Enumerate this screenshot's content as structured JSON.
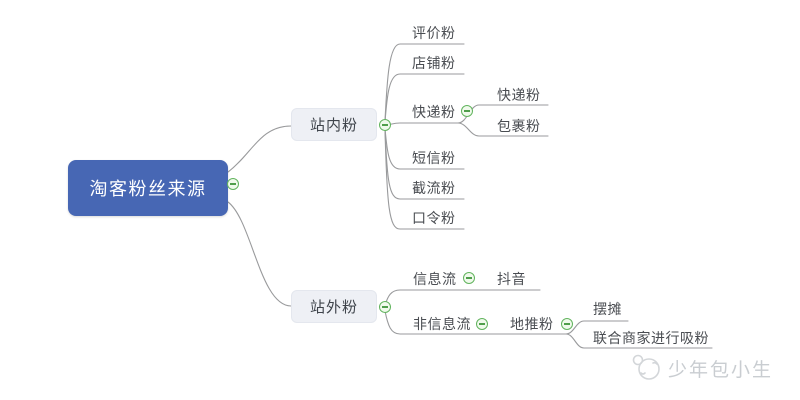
{
  "mindmap": {
    "root": {
      "label": "淘客粉丝来源"
    },
    "inside": {
      "label": "站内粉",
      "children": {
        "review": {
          "label": "评价粉"
        },
        "shop": {
          "label": "店铺粉"
        },
        "express": {
          "label": "快递粉",
          "children": {
            "express2": {
              "label": "快递粉"
            },
            "parcel": {
              "label": "包裹粉"
            }
          }
        },
        "sms": {
          "label": "短信粉"
        },
        "intercept": {
          "label": "截流粉"
        },
        "password": {
          "label": "口令粉"
        }
      }
    },
    "outside": {
      "label": "站外粉",
      "children": {
        "feed": {
          "label": "信息流",
          "children": {
            "douyin": {
              "label": "抖音"
            }
          }
        },
        "nonfeed": {
          "label": "非信息流",
          "children": {
            "ground": {
              "label": "地推粉",
              "children": {
                "stall": {
                  "label": "摆摊"
                },
                "joint": {
                  "label": "联合商家进行吸粉"
                }
              }
            }
          }
        }
      }
    }
  },
  "badges": {
    "state": "collapse",
    "symbol": "-"
  },
  "colors": {
    "root_fill": "#4767b4",
    "root_text": "#ffffff",
    "branch_fill": "#eef0f5",
    "branch_text": "#3f444b",
    "leaf_text": "#4a4d52",
    "line": "#999a9c",
    "badge_border": "#62b45e",
    "badge_fill": "#f0faec",
    "watermark_text": "#c9cdd1"
  },
  "watermark": {
    "text": "少年包小生",
    "icon": "cartoon-animal-face"
  }
}
